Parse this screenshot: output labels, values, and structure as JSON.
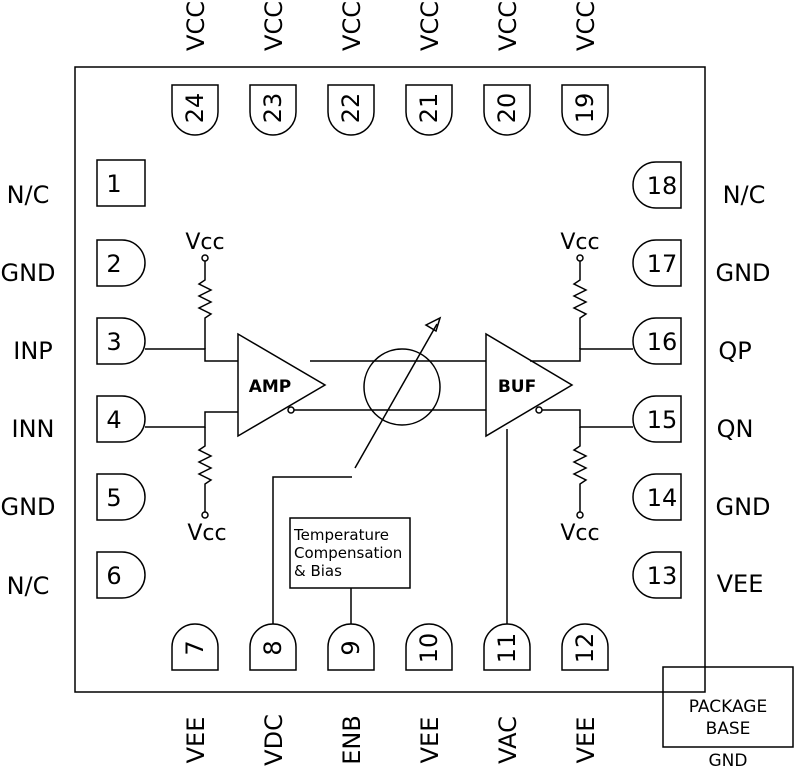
{
  "pins": {
    "p1": {
      "number": "1",
      "name": "N/C"
    },
    "p2": {
      "number": "2",
      "name": "GND"
    },
    "p3": {
      "number": "3",
      "name": "INP"
    },
    "p4": {
      "number": "4",
      "name": "INN"
    },
    "p5": {
      "number": "5",
      "name": "GND"
    },
    "p6": {
      "number": "6",
      "name": "N/C"
    },
    "p7": {
      "number": "7",
      "name": "VEE"
    },
    "p8": {
      "number": "8",
      "name": "VDC"
    },
    "p9": {
      "number": "9",
      "name": "ENB"
    },
    "p10": {
      "number": "10",
      "name": "VEE"
    },
    "p11": {
      "number": "11",
      "name": "VAC"
    },
    "p12": {
      "number": "12",
      "name": "VEE"
    },
    "p13": {
      "number": "13",
      "name": "VEE"
    },
    "p14": {
      "number": "14",
      "name": "GND"
    },
    "p15": {
      "number": "15",
      "name": "QN"
    },
    "p16": {
      "number": "16",
      "name": "QP"
    },
    "p17": {
      "number": "17",
      "name": "GND"
    },
    "p18": {
      "number": "18",
      "name": "N/C"
    },
    "p19": {
      "number": "19",
      "name": "VCC"
    },
    "p20": {
      "number": "20",
      "name": "VCC"
    },
    "p21": {
      "number": "21",
      "name": "VCC"
    },
    "p22": {
      "number": "22",
      "name": "VCC"
    },
    "p23": {
      "number": "23",
      "name": "VCC"
    },
    "p24": {
      "number": "24",
      "name": "VCC"
    }
  },
  "blocks": {
    "amp": "AMP",
    "buf": "BUF",
    "temp_line1": "Temperature",
    "temp_line2": "Compensation",
    "temp_line3": "& Bias"
  },
  "supply": {
    "vcc_top_left": "Vcc",
    "vcc_bottom_left": "Vcc",
    "vcc_top_right": "Vcc",
    "vcc_bottom_right": "Vcc"
  },
  "package_base": {
    "line1": "PACKAGE",
    "line2": "BASE",
    "ground": "GND"
  }
}
